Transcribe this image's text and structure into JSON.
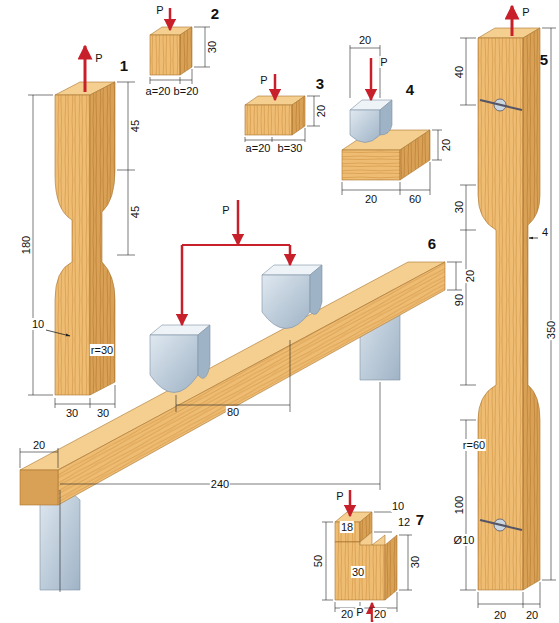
{
  "diagram": {
    "labels": [
      "P",
      "1",
      "45",
      "45",
      "180",
      "10",
      "r=30",
      "30",
      "30",
      "P",
      "2",
      "30",
      "a=20",
      "b=20",
      "P",
      "3",
      "20",
      "a=20",
      "b=30",
      "20",
      "P",
      "4",
      "20",
      "20",
      "60",
      "P",
      "6",
      "20",
      "80",
      "240",
      "20",
      "P",
      "18",
      "10",
      "12",
      "50",
      "30",
      "30",
      "20",
      "20",
      "P",
      "7",
      "P",
      "5",
      "40",
      "30",
      "4",
      "90",
      "350",
      "r=60",
      "100",
      "Ø10",
      "20",
      "20"
    ]
  }
}
